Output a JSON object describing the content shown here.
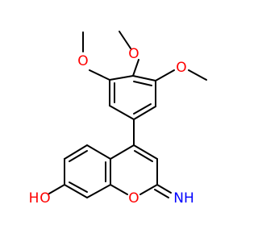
{
  "molecule": {
    "atoms": {
      "o_methoxy_top": "O",
      "o_methoxy_left": "O",
      "o_methoxy_right": "O",
      "o_hydroxyl": "O",
      "h_hydroxyl": "H",
      "o_ring": "O",
      "n_imine": "NH"
    },
    "colors": {
      "oxygen": "#ff0000",
      "nitrogen": "#0000ff",
      "bond": "#000000"
    }
  }
}
